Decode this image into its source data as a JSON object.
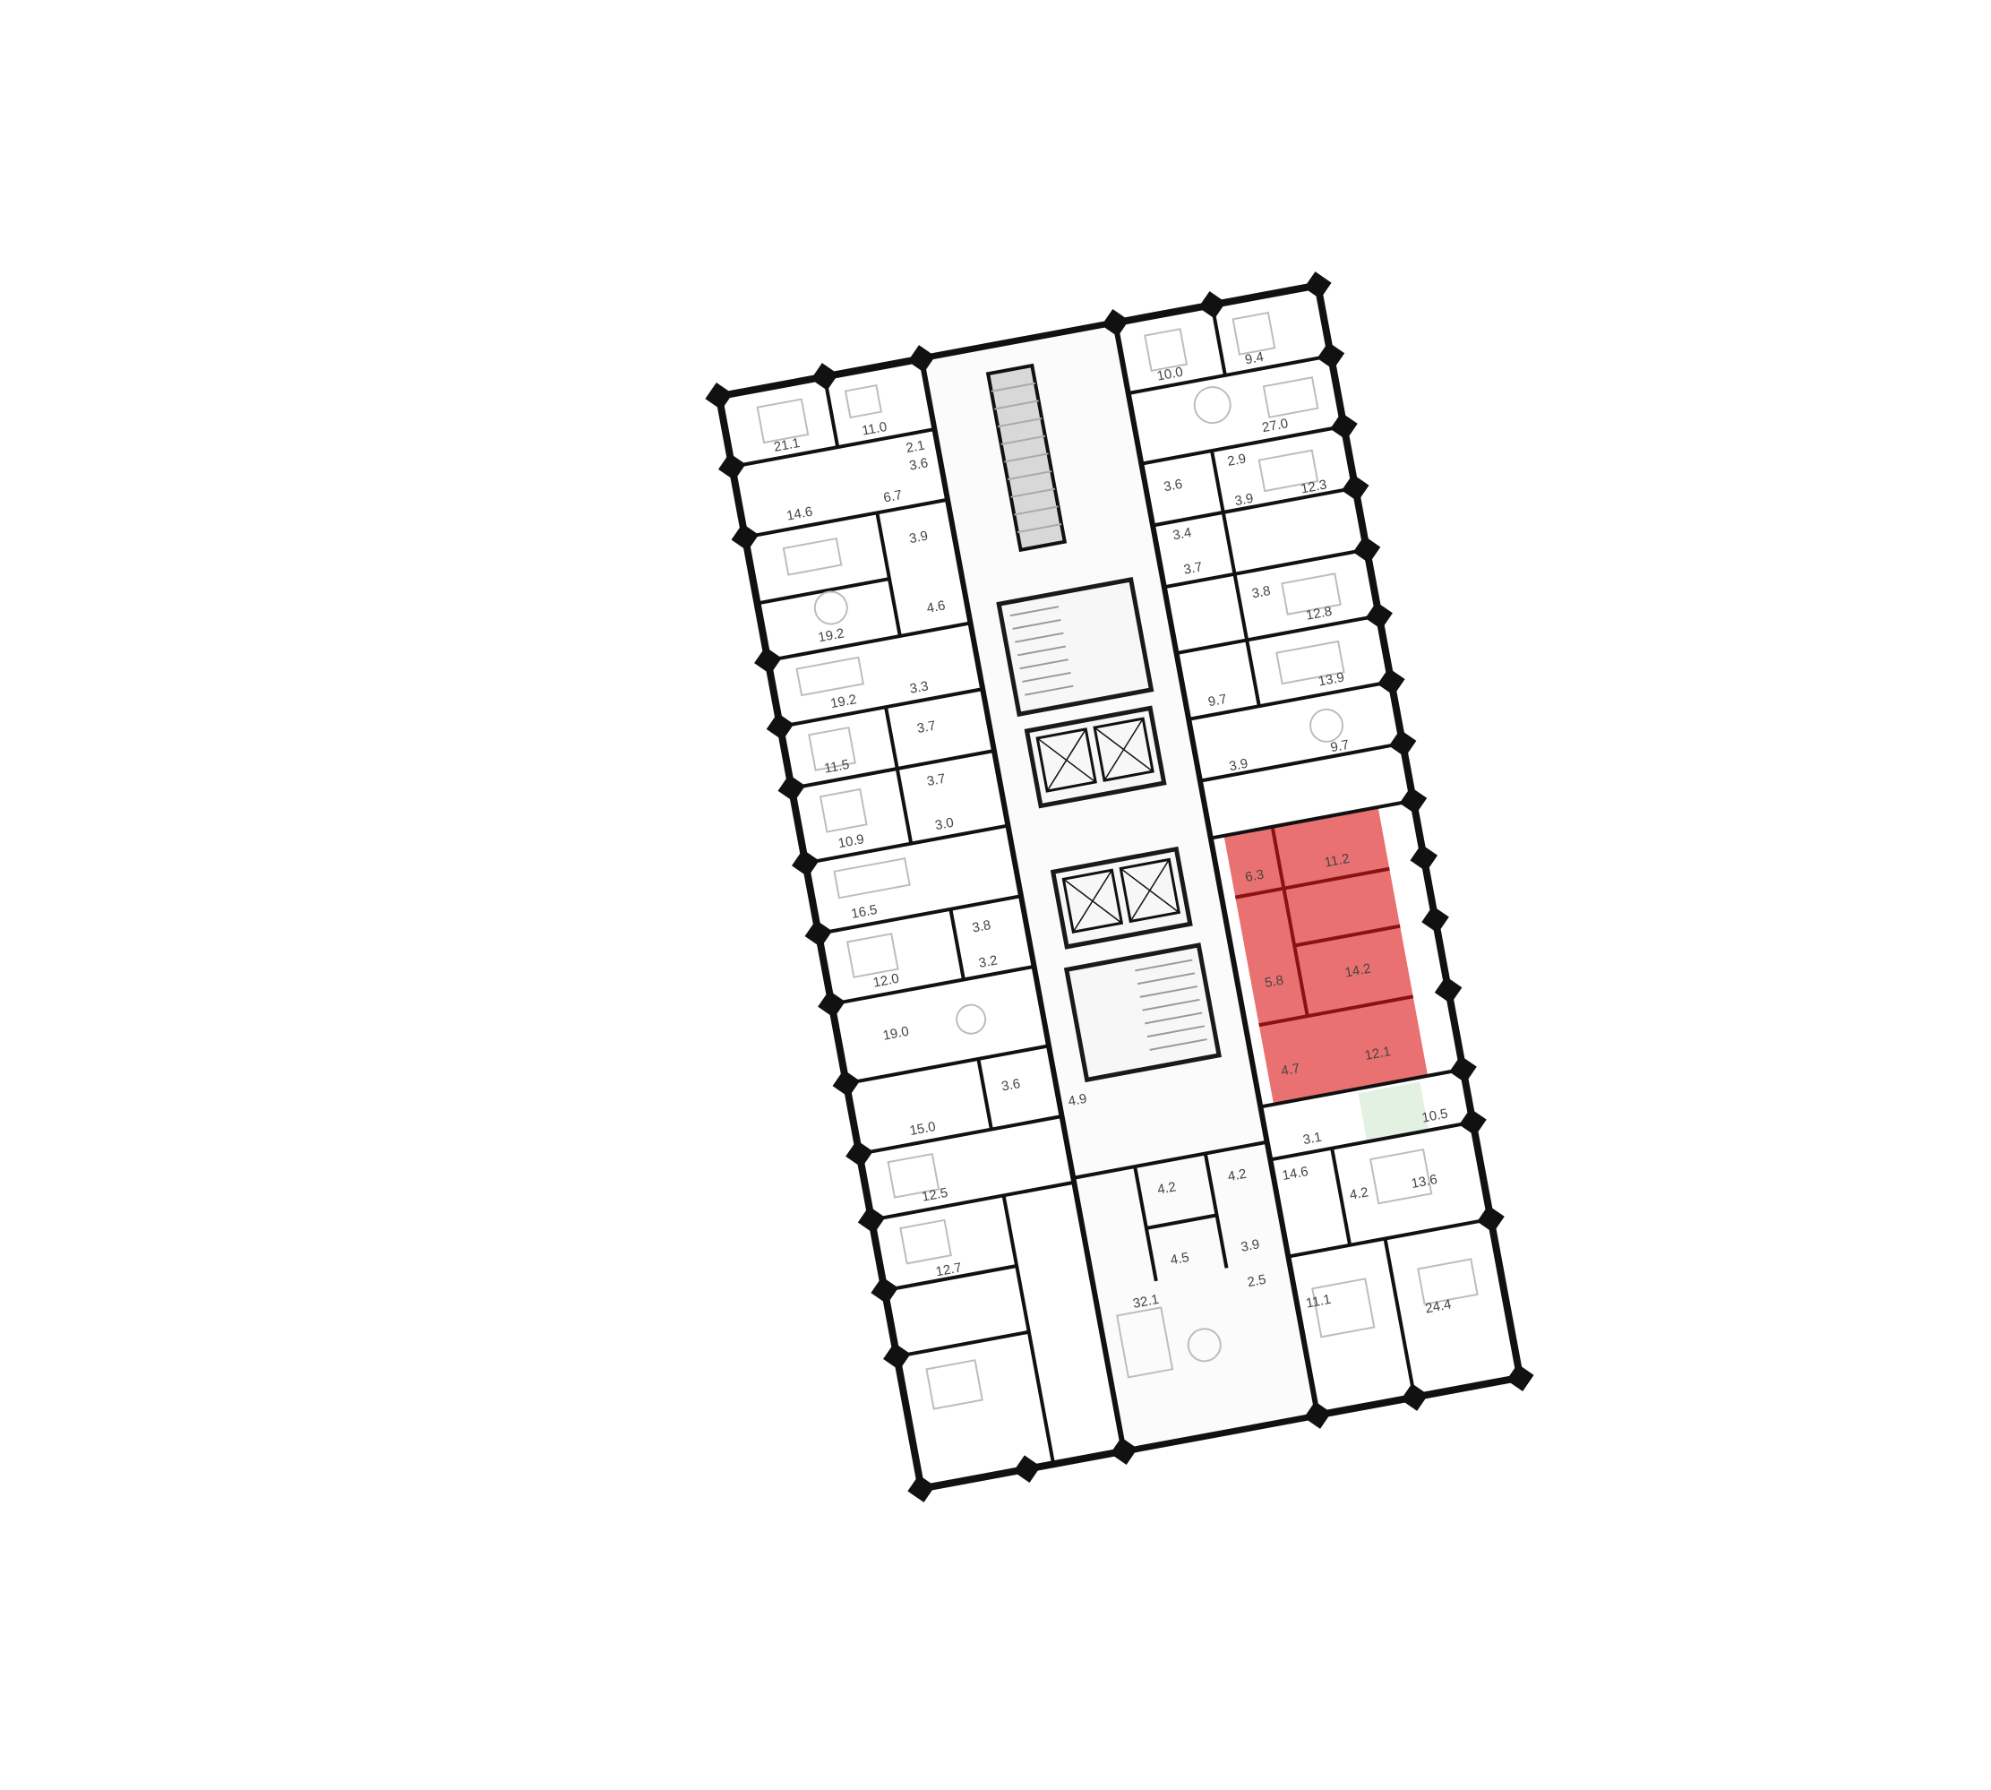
{
  "plan": {
    "highlight_color": "#e23a3a",
    "balcony_color": "#cfe8cf",
    "left_wing": [
      {
        "id": "l01",
        "area": "21.1"
      },
      {
        "id": "l02",
        "area": "11.0"
      },
      {
        "id": "l03",
        "area": "14.6"
      },
      {
        "id": "l04",
        "area": "6.7"
      },
      {
        "id": "l05",
        "area": "3.6"
      },
      {
        "id": "l06",
        "area": "2.1"
      },
      {
        "id": "l07",
        "area": "19.2"
      },
      {
        "id": "l08",
        "area": "3.9"
      },
      {
        "id": "l09",
        "area": "4.6"
      },
      {
        "id": "l10",
        "area": "19.2"
      },
      {
        "id": "l11",
        "area": "3.3"
      },
      {
        "id": "l12",
        "area": "11.5"
      },
      {
        "id": "l13",
        "area": "3.7"
      },
      {
        "id": "l14",
        "area": "10.9"
      },
      {
        "id": "l15",
        "area": "3.7"
      },
      {
        "id": "l16",
        "area": "3.0"
      },
      {
        "id": "l17",
        "area": "16.5"
      },
      {
        "id": "l18",
        "area": "3.8"
      },
      {
        "id": "l19",
        "area": "12.0"
      },
      {
        "id": "l20",
        "area": "3.2"
      },
      {
        "id": "l21",
        "area": "19.0"
      },
      {
        "id": "l22",
        "area": "3.6"
      },
      {
        "id": "l23",
        "area": "15.0"
      },
      {
        "id": "l24",
        "area": "4.9"
      },
      {
        "id": "l25",
        "area": "12.5"
      },
      {
        "id": "l26",
        "area": "12.7"
      }
    ],
    "center": [
      {
        "id": "c01",
        "area": "4.2"
      },
      {
        "id": "c02",
        "area": "4.5"
      },
      {
        "id": "c03",
        "area": "32.1"
      }
    ],
    "right_wing": [
      {
        "id": "r01",
        "area": "10.0"
      },
      {
        "id": "r02",
        "area": "9.4"
      },
      {
        "id": "r03",
        "area": "27.0"
      },
      {
        "id": "r04",
        "area": "3.6"
      },
      {
        "id": "r05",
        "area": "2.9"
      },
      {
        "id": "r06",
        "area": "12.3"
      },
      {
        "id": "r07",
        "area": "3.4"
      },
      {
        "id": "r08",
        "area": "3.9"
      },
      {
        "id": "r09",
        "area": "3.7"
      },
      {
        "id": "r10",
        "area": "3.8"
      },
      {
        "id": "r11",
        "area": "12.8"
      },
      {
        "id": "r12",
        "area": "13.9"
      },
      {
        "id": "r13",
        "area": "9.7"
      },
      {
        "id": "r14",
        "area": "3.9"
      },
      {
        "id": "r15",
        "area": "9.7"
      },
      {
        "id": "r16",
        "area": "3.1"
      },
      {
        "id": "r17",
        "area": "10.5"
      },
      {
        "id": "r18",
        "area": "4.2"
      },
      {
        "id": "r19",
        "area": "14.6"
      },
      {
        "id": "r20",
        "area": "4.2"
      },
      {
        "id": "r21",
        "area": "13.6"
      },
      {
        "id": "r22",
        "area": "3.9"
      },
      {
        "id": "r23",
        "area": "2.5"
      },
      {
        "id": "r24",
        "area": "11.1"
      },
      {
        "id": "r25",
        "area": "24.4"
      }
    ],
    "highlighted_unit": [
      {
        "id": "h01",
        "area": "6.3"
      },
      {
        "id": "h02",
        "area": "11.2"
      },
      {
        "id": "h03",
        "area": "5.8"
      },
      {
        "id": "h04",
        "area": "14.2"
      },
      {
        "id": "h05",
        "area": "4.7"
      },
      {
        "id": "h06",
        "area": "12.1"
      }
    ]
  }
}
